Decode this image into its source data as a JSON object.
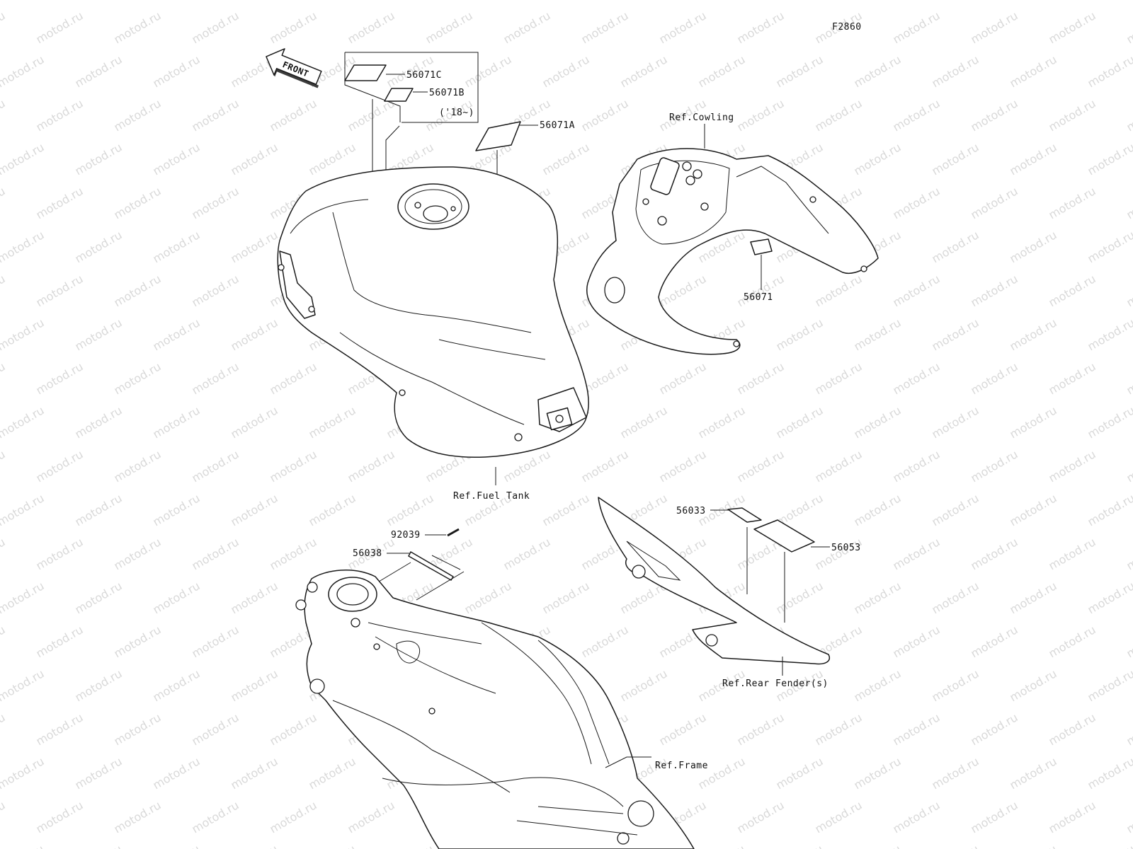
{
  "figure_code": "F2860",
  "front_arrow": {
    "text": "FRONT",
    "icon": "front-direction-arrow"
  },
  "watermark": {
    "text": "motod.ru"
  },
  "labels": {
    "p56071C": "56071C",
    "p56071B": "56071B",
    "note_18": "('18~)",
    "p56071A": "56071A",
    "ref_cowling": "Ref.Cowling",
    "p56071": "56071",
    "ref_fuel_tank": "Ref.Fuel Tank",
    "p56033": "56033",
    "p56053": "56053",
    "p92039": "92039",
    "p56038": "56038",
    "ref_rear_fender": "Ref.Rear Fender(s)",
    "ref_frame": "Ref.Frame"
  },
  "colors": {
    "line": "#1a1a1a",
    "watermark": "#d9d9d9",
    "background": "#ffffff"
  }
}
